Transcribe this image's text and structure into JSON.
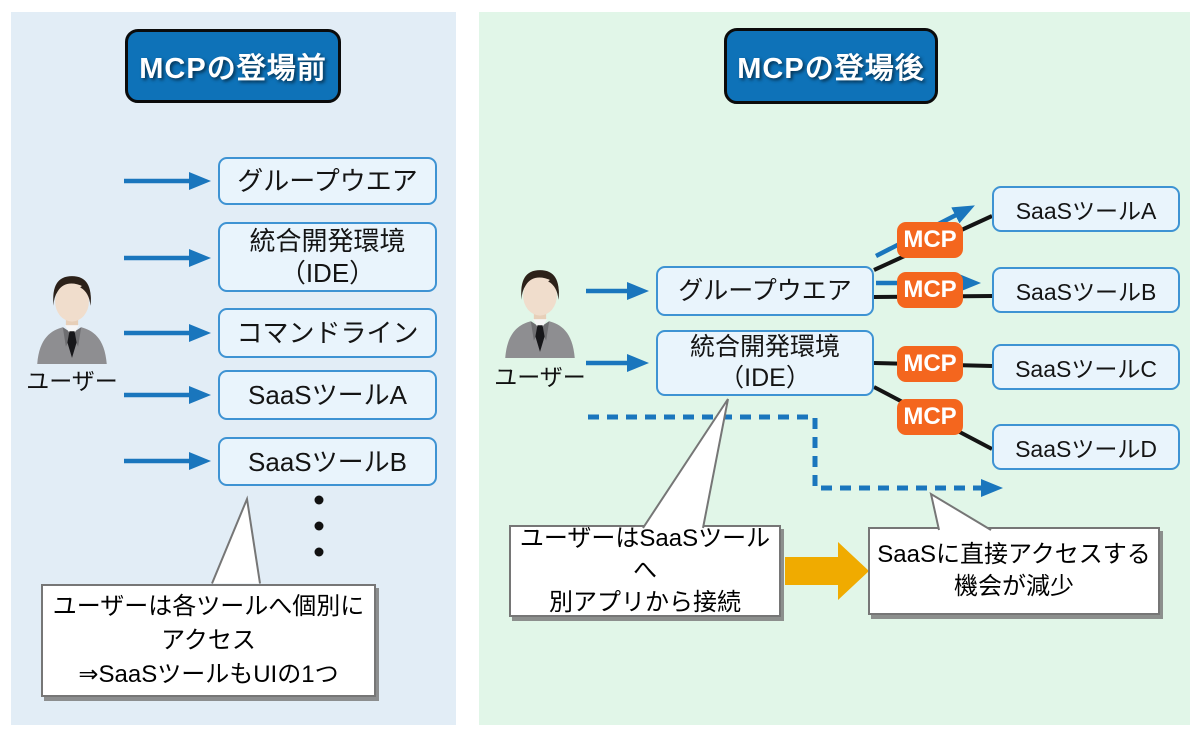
{
  "colors": {
    "left_panel_bg": "#e2edf6",
    "right_panel_bg": "#e1f6e8",
    "title_bg": "#0e72b8",
    "box_fill": "#e9f4fc",
    "box_border": "#3e93d3",
    "arrow_blue": "#1a76bd",
    "mcp_orange": "#f4661e",
    "connector_black": "#141414",
    "big_arrow_yellow": "#f0ab00"
  },
  "left": {
    "title": "MCPの登場前",
    "user_label": "ユーザー",
    "tools": [
      {
        "label": "グループウエア"
      },
      {
        "label": "統合開発環境\n（IDE）"
      },
      {
        "label": "コマンドライン"
      },
      {
        "label": "SaaSツールA"
      },
      {
        "label": "SaaSツールB"
      }
    ],
    "ellipsis": "・・・",
    "note": "ユーザーは各ツールへ個別に\nアクセス\n⇒SaaSツールもUIの1つ"
  },
  "right": {
    "title": "MCPの登場後",
    "user_label": "ユーザー",
    "apps": [
      {
        "label": "グループウエア"
      },
      {
        "label": "統合開発環境\n（IDE）"
      }
    ],
    "mcp_label": "MCP",
    "saas": [
      {
        "label": "SaaSツールA"
      },
      {
        "label": "SaaSツールB"
      },
      {
        "label": "SaaSツールC"
      },
      {
        "label": "SaaSツールD"
      }
    ],
    "note_from": "ユーザーはSaaSツールへ\n別アプリから接続",
    "note_result": "SaaSに直接アクセスする\n機会が減少"
  }
}
